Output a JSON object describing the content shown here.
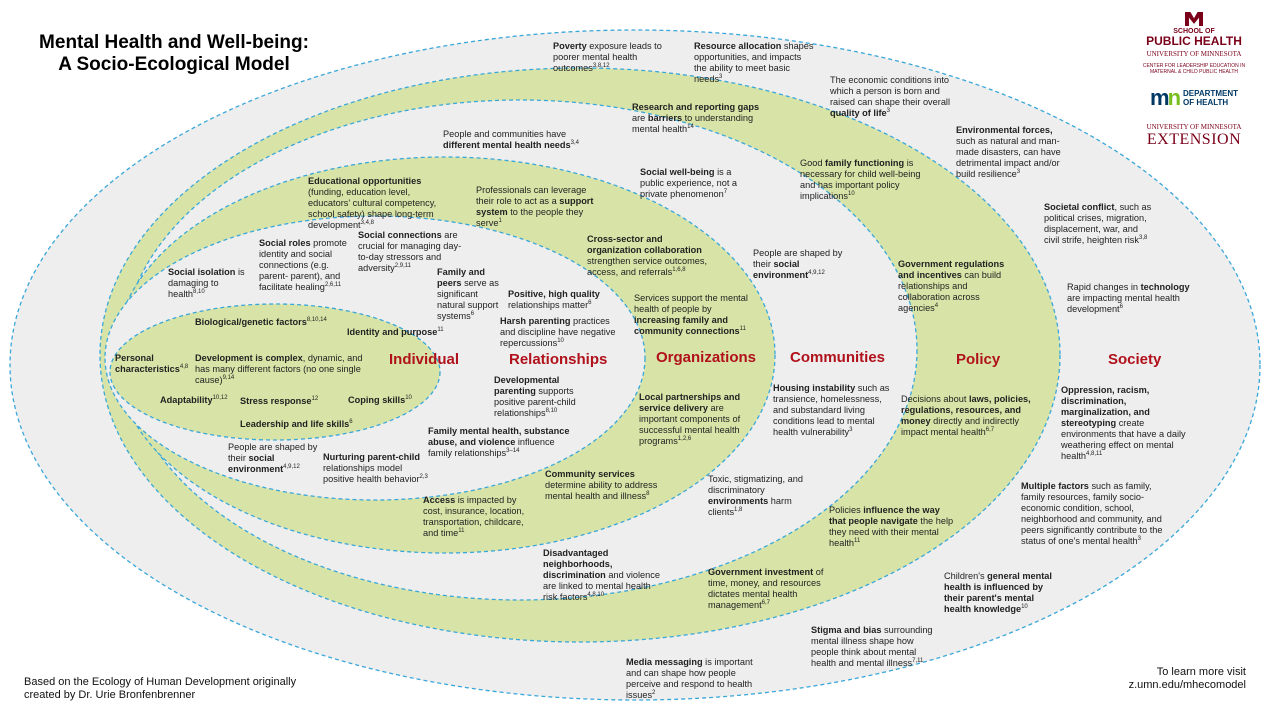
{
  "title": [
    "Mental Health and Well-being:",
    "A Socio-Ecological Model"
  ],
  "colors": {
    "ring_green": "#d8e4a7",
    "ring_grey": "#eeeeee",
    "dash_blue": "#3aa7d9",
    "label_red": "#b0111b"
  },
  "layers": [
    {
      "id": "individual",
      "label": "Individual"
    },
    {
      "id": "relationships",
      "label": "Relationships"
    },
    {
      "id": "organizations",
      "label": "Organizations"
    },
    {
      "id": "communities",
      "label": "Communities"
    },
    {
      "id": "policy",
      "label": "Policy"
    },
    {
      "id": "society",
      "label": "Society"
    }
  ],
  "notes": {
    "bio": "<b>Biological/genetic factors</b><sup>8,10,14</sup>",
    "identity": "<b>Identity and purpose</b><sup>11</sup>",
    "personal": "<b>Personal characteristics</b><sup>4,8</sup>",
    "complex": "<b>Development is complex</b>, dynamic, and has many different factors (no one single cause)<sup>9,14</sup>",
    "adapt": "<b>Adaptability</b><sup>10,12</sup>",
    "stress": "<b>Stress response</b><sup>12</sup>",
    "coping": "<b>Coping skills</b><sup>10</sup>",
    "leader": "<b>Leadership and life skills</b><sup>6</sup>",
    "isolation": "<b>Social isolation</b> is damaging to health<sup>8,10</sup>",
    "roles": "<b>Social roles</b> promote identity and social connections (e.g. parent- parent), and facilitate healing<sup>2,6,11</sup>",
    "connections": "<b>Social connections</b> are crucial for managing day-to-day stressors and adversity<sup>2,9,11</sup>",
    "family_peers": "<b>Family and peers</b> serve as significant natural support systems<sup>6</sup>",
    "positive": "<b>Positive, high quality</b> relationships matter<sup>6</sup>",
    "harsh": "<b>Harsh parenting</b> practices and discipline have negative repercussions<sup>10</sup>",
    "dev_parenting": "<b>Developmental parenting</b> supports positive parent-child relationships<sup>8,10</sup>",
    "family_mh": "<b>Family mental health, substance abuse, and violence</b> influence family relationships<sup>3–14</sup>",
    "nurturing": "<b>Nurturing parent-child</b> relationships model positive health behavior<sup>2,3</sup>",
    "shaped_inner": "People are shaped by their <b>social environment</b><sup>4,9,12</sup>",
    "educational": "<b>Educational opportunities</b> (funding, education level, educators' cultural competency, school safety) shape long-term development<sup>3,4,8</sup>",
    "professionals": "Professionals can leverage their role to act as a <b>support system</b> to the people they serve<sup>1</sup>",
    "cross_sector": "<b>Cross-sector and organization collaboration</b> strengthen service outcomes, access, and referrals<sup>1,6,8</sup>",
    "services": "Services support the mental health of people by <b>increasing family and community connections</b><sup>11</sup>",
    "local": "<b>Local partnerships and service delivery</b> are important components of successful mental health programs<sup>1,2,6</sup>",
    "community_services": "<b>Community services</b> determine ability to address mental health and illness<sup>8</sup>",
    "access": "<b>Access</b> is impacted by cost, insurance, location, transportation, childcare, and time<sup>11</sup>",
    "diff_needs": "People and communities have <b>different mental health needs</b><sup>3,4</sup>",
    "wellbeing": "<b>Social well-being</b> is a public experience, not a private phenomenon<sup>7</sup>",
    "shaped_comm": "People are shaped by their <b>social environment</b><sup>4,9,12</sup>",
    "housing": "<b>Housing instability</b> such as transience, homelessness, and substandard living conditions lead to mental health vulnerability<sup>3</sup>",
    "toxic": "Toxic, stigmatizing, and discriminatory <b>environments</b> harm clients<sup>1,8</sup>",
    "disadvantaged": "<b>Disadvantaged neighborhoods, discrimination</b> and violence are linked to mental health risk factors<sup>4,8,10</sup>",
    "research": "<b>Research and reporting gaps</b> are <b>barriers</b> to understanding mental health<sup>14</sup>",
    "family_func": "Good <b>family functioning</b> is necessary for child well-being and has important policy implications<sup>10</sup>",
    "gov_reg": "<b>Government regulations and incentives</b> can build relationships and collaboration across agencies<sup>4</sup>",
    "decisions": "Decisions about <b>laws, policies, regulations, resources, and money</b> directly and indirectly impact mental health<sup>6,7</sup>",
    "influence": "Policies <b>influence the way that people navigate</b> the help they need with their mental health<sup>11</sup>",
    "gov_invest": "<b>Government investment</b> of time, money, and resources dictates mental health management<sup>6,7</sup>",
    "poverty": "<b>Poverty</b> exposure leads to poorer mental health outcomes<sup>3,8,12</sup>",
    "resource": "<b>Resource allocation</b> shapes opportunities, and impacts the ability to meet basic needs<sup>3</sup>",
    "economic": "The economic conditions into which a person is born and raised can shape their overall <b>quality of life</b><sup>3</sup>",
    "environmental": "<b>Environmental forces,</b> such as natural and man-made disasters, can have detrimental impact and/or build resilience<sup>3</sup>",
    "conflict": "<b>Societal conflict</b>, such as political crises, migration, displacement, war, and civil strife, heighten risk<sup>3,8</sup>",
    "technology": "Rapid changes in <b>technology</b> are impacting mental health development<sup>6</sup>",
    "oppression": "<b>Oppression, racism, discrimination, marginalization, and stereotyping</b> create environments that have a daily weathering effect on mental health<sup>4,8,11</sup>",
    "multiple": "<b>Multiple factors</b> such as family, family resources, family socio-economic condition, school, neighborhood and community, and peers significantly contribute to the status of one's mental health<sup>3</sup>",
    "children": "Children's <b>general mental health is influenced by their parent's mental health knowledge</b><sup>10</sup>",
    "stigma": "<b>Stigma and bias</b> surrounding mental illness shape how people think about mental health and mental illness<sup>7,11</sup>",
    "media": "<b>Media messaging</b> is important and can shape how people perceive and respond to health issues<sup>2</sup>"
  },
  "footer": {
    "left": [
      "Based on the Ecology of Human Development originally",
      "created by Dr. Urie Bronfenbrenner"
    ],
    "right": [
      "To learn more visit",
      "z.umn.edu/mhecomodel"
    ]
  },
  "logos": {
    "sph_top": "SCHOOL OF",
    "sph_main": "PUBLIC HEALTH",
    "sph_univ": "UNIVERSITY OF MINNESOTA",
    "sph_center": "CENTER FOR LEADERSHIP EDUCATION IN MATERNAL & CHILD PUBLIC HEALTH",
    "mdh_line1": "DEPARTMENT",
    "mdh_line2": "OF HEALTH",
    "ext_univ": "UNIVERSITY OF MINNESOTA",
    "ext_main": "EXTENSION"
  }
}
